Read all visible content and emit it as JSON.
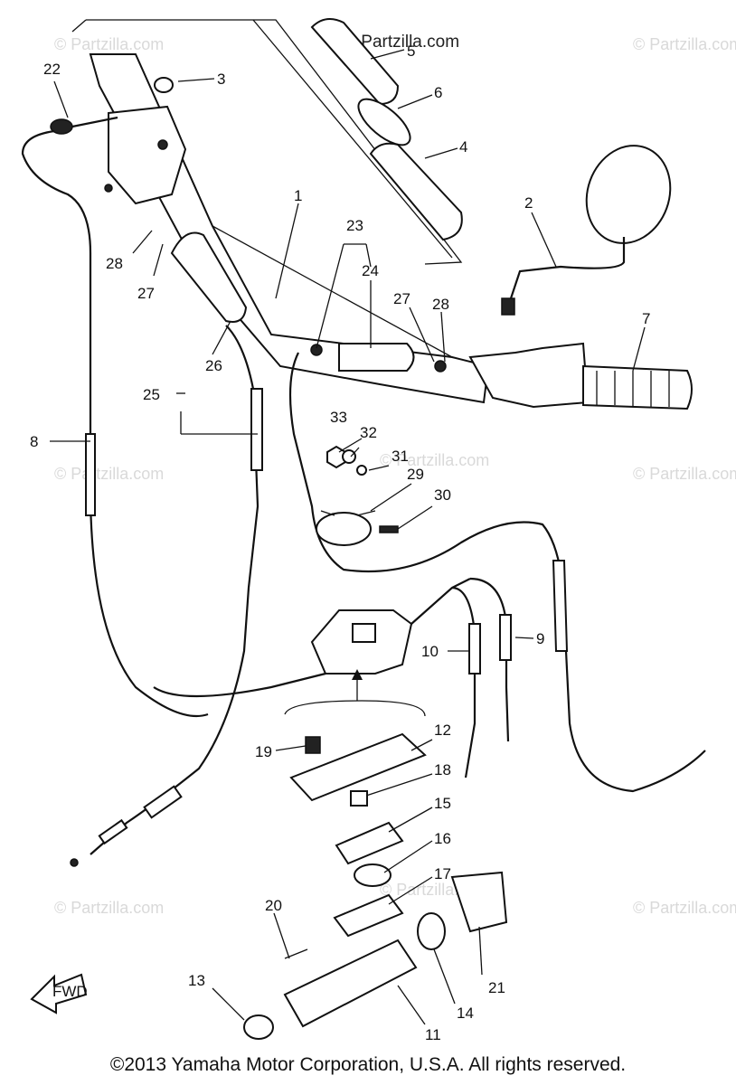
{
  "watermark_top": "© Partzilla.com",
  "watermark": "© Partzilla.com",
  "fwd_label": "FWD",
  "copyright": "©2013 Yamaha Motor Corporation, U.S.A. All rights reserved.",
  "callouts": {
    "c1": "1",
    "c2": "2",
    "c3": "3",
    "c4": "4",
    "c5": "5",
    "c6": "6",
    "c7": "7",
    "c8": "8",
    "c9": "9",
    "c10": "10",
    "c11": "11",
    "c12": "12",
    "c13": "13",
    "c14": "14",
    "c15": "15",
    "c16": "16",
    "c17": "17",
    "c18": "18",
    "c19": "19",
    "c20": "20",
    "c21": "21",
    "c22": "22",
    "c23": "23",
    "c24": "24",
    "c25": "25",
    "c26": "26",
    "c27a": "27",
    "c27b": "27",
    "c28a": "28",
    "c28b": "28",
    "c29": "29",
    "c30": "30",
    "c31": "31",
    "c32": "32",
    "c33": "33"
  }
}
